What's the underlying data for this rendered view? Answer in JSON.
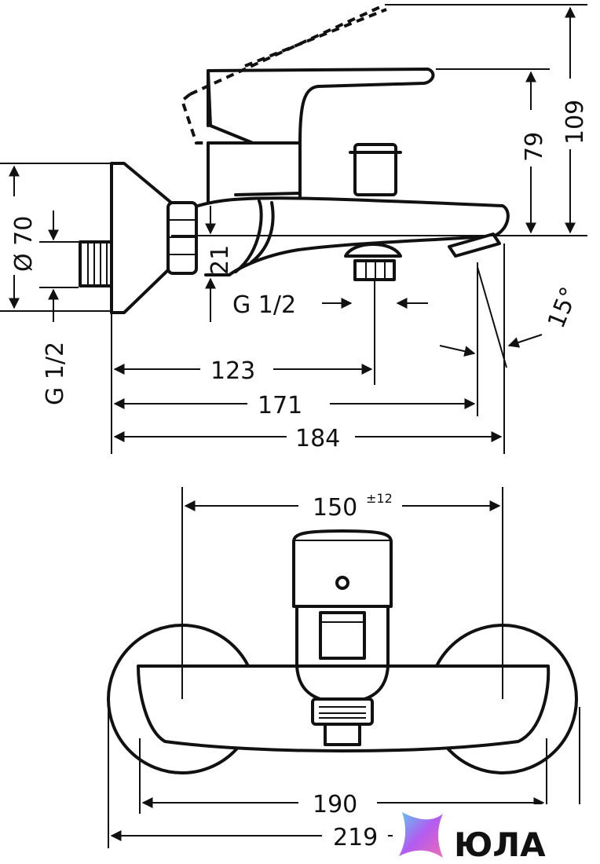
{
  "side_view": {
    "dim_diameter": "Ø 70",
    "dim_thread_left": "G 1/2",
    "dim_21": "21",
    "dim_thread_bottom": "G 1/2",
    "dim_79": "79",
    "dim_109": "109",
    "dim_angle": "15°",
    "dim_123": "123",
    "dim_171": "171",
    "dim_184": "184"
  },
  "front_view": {
    "dim_150": "150",
    "dim_150_tolerance": "±12",
    "dim_190": "190",
    "dim_219": "219"
  },
  "watermark": {
    "text": "ЮЛА",
    "colors": [
      "#5ec8f2",
      "#b25cf0",
      "#f06ab4"
    ]
  }
}
